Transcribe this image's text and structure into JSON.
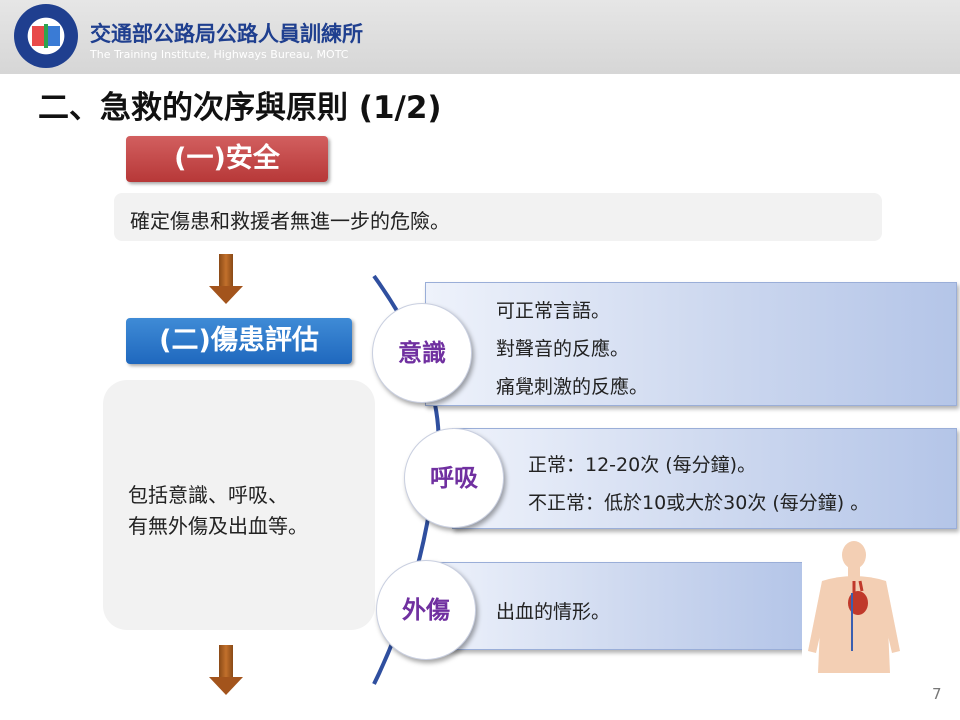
{
  "header": {
    "org_name_zh": "交通部公路局公路人員訓練所",
    "org_name_en": "The Training Institute,  Highways Bureau,  MOTC",
    "logo_icon": "institute-seal-icon"
  },
  "slide": {
    "title": "二、急救的次序與原則 (1/2)",
    "page_number": "7"
  },
  "step1": {
    "heading": "(一)安全",
    "description": "確定傷患和救援者無進一步的危險。"
  },
  "step2": {
    "heading": "(二)傷患評估",
    "description_line1": "包括意識、呼吸、",
    "description_line2": "有無外傷及出血等。"
  },
  "assessments": {
    "consciousness": {
      "label": "意識",
      "items": [
        "可正常言語。",
        "對聲音的反應。",
        "痛覺刺激的反應。"
      ]
    },
    "breathing": {
      "label": "呼吸",
      "items": [
        "正常：12-20次 (每分鐘)。",
        "不正常：低於10或大於30次 (每分鐘)  。"
      ]
    },
    "injury": {
      "label": "外傷",
      "items": [
        "出血的情形。"
      ]
    }
  },
  "colors": {
    "brand_blue": "#1f3f8f",
    "step1_red": "#c0392b",
    "step2_blue": "#2a75c9",
    "circle_text_purple": "#7030a0",
    "arrow_brown": "#a3541c",
    "connector_blue": "#2f4f9f"
  }
}
